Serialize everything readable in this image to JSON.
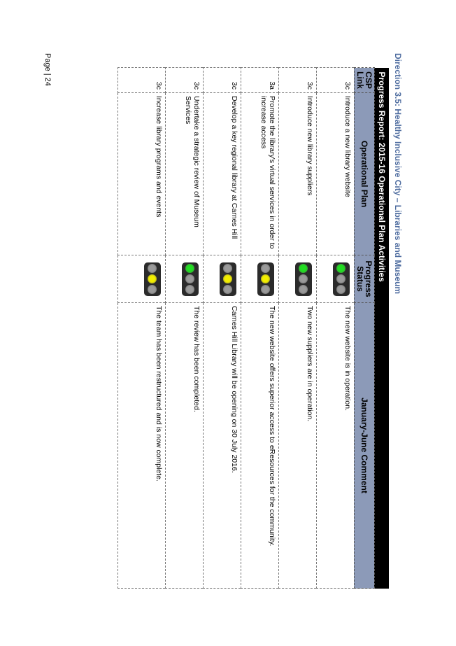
{
  "direction_title": "Direction 3.5: Healthy Inclusive City – Libraries and Museum",
  "report_title": "Progress Report: 2015-16 Operational Plan Activities",
  "columns": {
    "csp_link": "CSP Link",
    "operational_plan": "Operational Plan",
    "progress_status": "Progress Status",
    "comment": "January-June Comment"
  },
  "colors": {
    "green": "#22dd22",
    "yellow": "#f2ee00",
    "off": "#9a9a9a",
    "header": "#8c9ab8",
    "title_blue": "#4f6da0"
  },
  "rows": [
    {
      "csp": "3c",
      "plan": "Introduce a new library website",
      "status": "green",
      "comment": "The new website is in operation."
    },
    {
      "csp": "3c",
      "plan": "Introduce new library suppliers",
      "status": "green",
      "comment": "Two new suppliers are in operation."
    },
    {
      "csp": "3a",
      "plan": "Promote the library's virtual services in order to increase access",
      "status": "yellow",
      "comment": "The new website offers superior access to eResources for the community."
    },
    {
      "csp": "3c",
      "plan": "Develop a key regional library at Carnes Hill",
      "status": "yellow",
      "comment": "Carnes Hill Library will be opening on 30 July 2016."
    },
    {
      "csp": "3c",
      "plan": "Undertake a strategic review of Museum Services",
      "status": "green",
      "comment": "The review has been completed."
    },
    {
      "csp": "3c",
      "plan": "Increase library programs and events",
      "status": "yellow",
      "comment": "The team has been restructured and is now complete."
    }
  ],
  "page_number": "Page | 24"
}
